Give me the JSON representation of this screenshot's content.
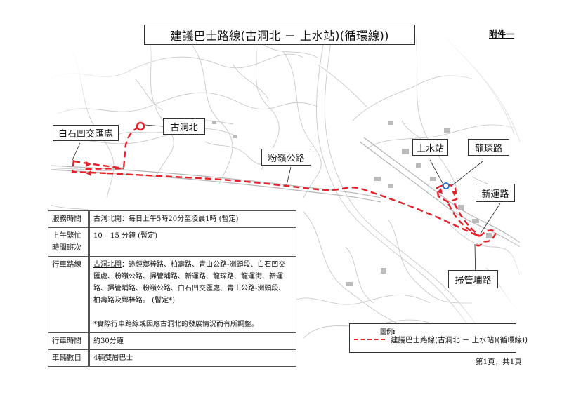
{
  "header": {
    "title": "建議巴士路線(古洞北 － 上水站)(循環線))",
    "annex": "附件一"
  },
  "map": {
    "route_color": "#e8202a",
    "terminus_marker_color": "#e8202a",
    "station_marker_color": "#1e6fd0",
    "callouts": {
      "pak_shek_au": "白石凹交匯處",
      "kwu_tung_north": "古洞北",
      "fanling_highway": "粉嶺公路",
      "sheung_shui_station": "上水站",
      "lung_sum_road": "龍琛路",
      "san_wan_road": "新運路",
      "so_kwun_po_road": "掃管埔路"
    }
  },
  "info_table": {
    "rows": [
      {
        "key": "服務時間",
        "prefix": "古洞北開",
        "value": "：每日上午5時20分至凌晨1時 (暫定)"
      },
      {
        "key": "上午繁忙時間班次",
        "key_line1": "上午繁忙",
        "key_line2": "時間班次",
        "value": "10 – 15  分鐘 (暫定)"
      },
      {
        "key": "行車路線",
        "prefix": "古洞北開",
        "value": "：途經鄉梓路、柏壽路、青山公路-洲頭段、白石凹交匯處、粉嶺公路、掃管埔路、新運路、龍琛路、龍運街、新運路、掃管埔路、粉嶺公路、白石凹交匯處、青山公路-洲頭段、柏壽路及鄉梓路。 (暫定*)",
        "note": "*實際行車路線或因應古洞北的發展情況而有所調整。"
      },
      {
        "key": "行車時間",
        "value": "約30分鐘"
      },
      {
        "key": "車輛數目",
        "value": "4輛雙層巴士"
      }
    ]
  },
  "legend": {
    "title": "圖例",
    "title_suffix": ":",
    "item_label": "建議巴士路線(古洞北 － 上水站)(循環線))"
  },
  "footer": {
    "page_indicator": "第1頁，共1頁"
  }
}
